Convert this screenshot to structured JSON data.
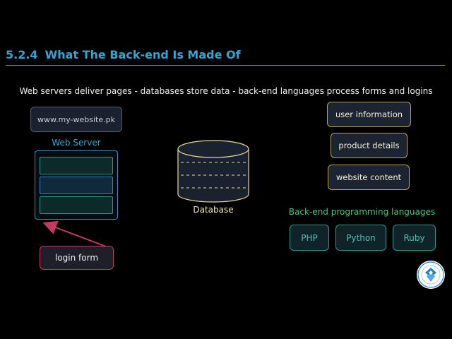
{
  "header": {
    "section_number": "5.2.4",
    "section_title": "What The Back-end Is Made Of"
  },
  "subtitle": "Web servers deliver pages  -  databases store data  -  back-end languages process forms and logins",
  "web_server": {
    "url": "www.my-website.pk",
    "label": "Web Server"
  },
  "login": {
    "label": "login form"
  },
  "database": {
    "label": "Database"
  },
  "data_items": [
    "user information",
    "product details",
    "website content"
  ],
  "languages": {
    "title": "Back-end programming languages",
    "items": [
      "PHP",
      "Python",
      "Ruby"
    ]
  },
  "colors": {
    "accent_blue": "#2fa6d9",
    "teal": "#2f9a8c",
    "gold": "#b4a45a",
    "pink": "#c53a63",
    "green": "#4fc383"
  },
  "icons": {
    "badge": "logo-badge-icon",
    "arrow": "arrow-icon"
  }
}
